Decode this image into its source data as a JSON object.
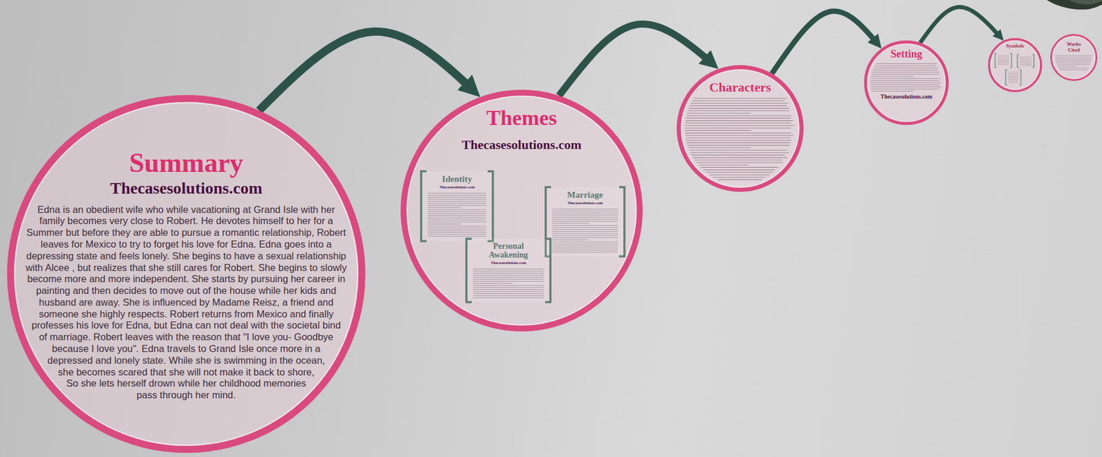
{
  "diagram": {
    "nodes": [
      {
        "text": [
          "Summary",
          "Thecasesolutions.com",
          "Edna is an obedient wife who while vacationing at Grand Isle with her family becomes very close to Robert. He devotes himself to her for a Summer but before they are able to pursue a romantic relationship, Robert leaves for Mexico to try to forget his love for Edna. Edna goes into a depressing state and feels lonely. She begins to have a sexual relationship with Alcee , but realizes that she still cares for Robert. She begins to slowly become more and more independent. She starts by pursuing her career in painting and then decides to move out of the house while her kids and husband are away. She is influenced by Madame Reisz, a friend and someone she highly respects. Robert returns from Mexico and finally professes his love for Edna, but Edna can not deal with the societal bind of marriage. Robert leaves with the reason that \"I love you- Goodbye because I love you\". Edna travels to Grand Isle once more in a depressed and lonely state. While she is swimming in the ocean, she becomes scared that she will not make it back to shore, So she lets herself drown while her childhood memories pass through her mind."
        ]
      },
      {
        "text": [
          "Themes",
          "Thecasesolutions.com"
        ]
      },
      {
        "text": [
          "Identity",
          "Thecasesolutions.com"
        ],
        "in": 1
      },
      {
        "text": [
          "Marriage",
          "Thecasesolutions.com"
        ],
        "in": 1
      },
      {
        "text": [
          "Personal Awakening",
          "Thecasesolutions.com"
        ],
        "in": 1
      },
      {
        "text": [
          "Characters"
        ]
      },
      {
        "text": [
          "Setting",
          "Thecasesolutions.com"
        ]
      },
      {
        "text": [
          "Symbols"
        ]
      },
      {
        "text": [
          "Works Cited"
        ]
      }
    ],
    "edges": [
      {
        "from": 0,
        "to": 1,
        "arrow": "to"
      },
      {
        "from": 1,
        "to": 5,
        "arrow": "to"
      },
      {
        "from": 5,
        "to": 6,
        "arrow": "to"
      },
      {
        "from": 6,
        "to": 7,
        "arrow": "to"
      }
    ]
  }
}
